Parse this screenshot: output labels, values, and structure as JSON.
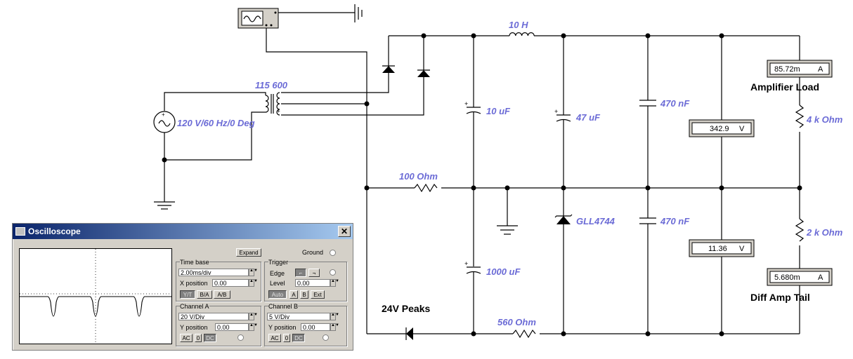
{
  "labels": {
    "inductor": "10 H",
    "transformer": "115 600",
    "source": "120 V/60 Hz/0 Deg",
    "c1": "10 uF",
    "c2": "47 uF",
    "c3": "470 nF",
    "c4": "470 nF",
    "c5": "1000 uF",
    "r1": "100  Ohm",
    "r2": "560  Ohm",
    "r3": "4 k Ohm",
    "r4": "2 k Ohm",
    "zener": "GLL4744",
    "peaks": "24V Peaks",
    "load": "Amplifier Load",
    "tail": "Diff Amp Tail"
  },
  "meters": {
    "m1": {
      "value": "85.72m",
      "unit": "A"
    },
    "m2": {
      "value": "342.9",
      "unit": "V"
    },
    "m3": {
      "value": "11.36",
      "unit": "V"
    },
    "m4": {
      "value": "5.680m",
      "unit": "A"
    }
  },
  "osc": {
    "title": "Oscilloscope",
    "expand": "Expand",
    "ground": "Ground",
    "timebase": "Time base",
    "timebase_value": "2.00ms/div",
    "xpos_label": "X position",
    "xpos_value": "0.00",
    "yt": "Y/T",
    "ba": "B/A",
    "ab": "A/B",
    "trigger": "Trigger",
    "edge": "Edge",
    "level_label": "Level",
    "level_value": "0.00",
    "auto": "Auto",
    "a": "A",
    "b": "B",
    "ext": "Ext",
    "chA": "Channel A",
    "chA_value": "20  V/Div",
    "chA_ypos_label": "Y position",
    "chA_ypos": "0.00",
    "chB": "Channel B",
    "chB_value": "5  V/Div",
    "chB_ypos_label": "Y position",
    "chB_ypos": "0.00",
    "ac": "AC",
    "zero": "0",
    "dc": "DC",
    "close": "✕"
  }
}
